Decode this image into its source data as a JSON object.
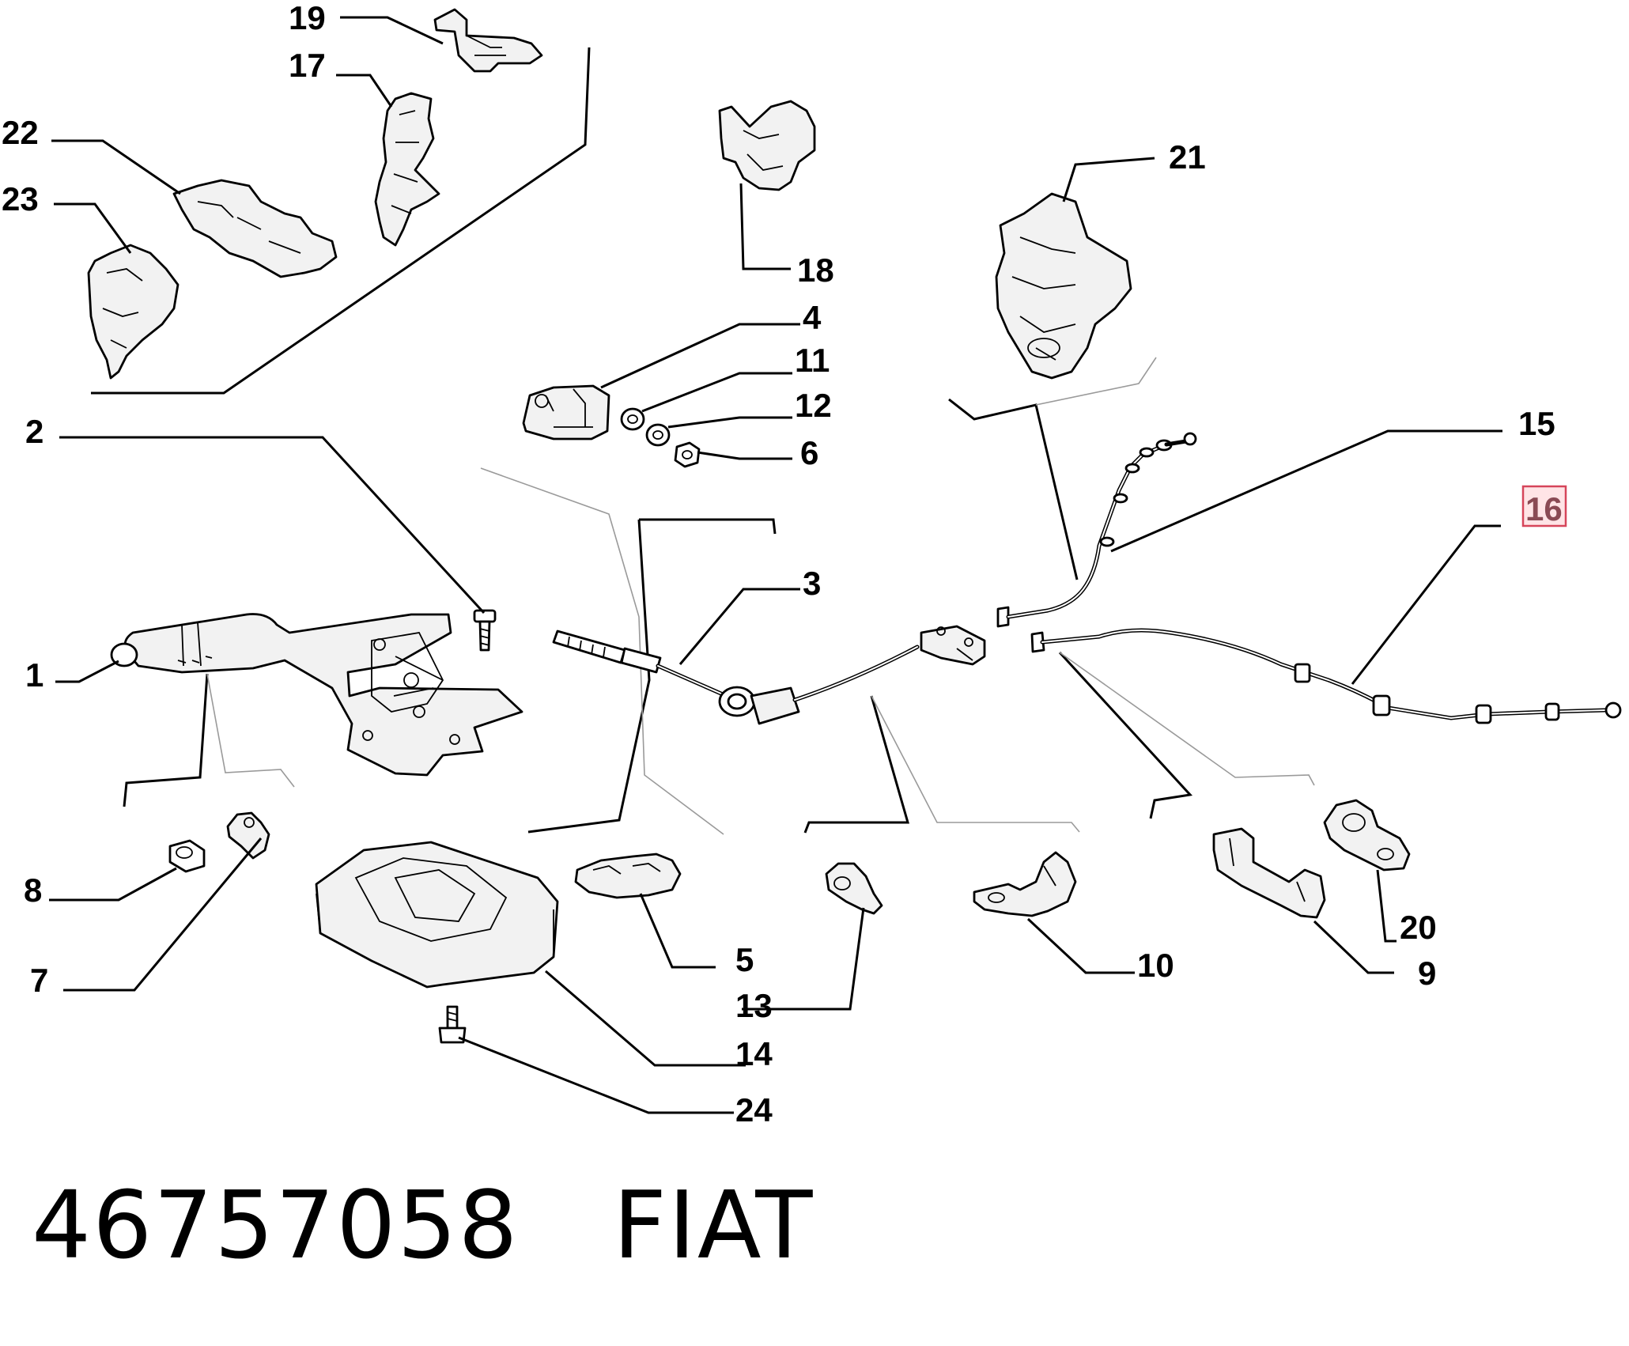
{
  "callouts": {
    "c1": "1",
    "c2": "2",
    "c3": "3",
    "c4": "4",
    "c5": "5",
    "c6": "6",
    "c7": "7",
    "c8": "8",
    "c9": "9",
    "c10": "10",
    "c11": "11",
    "c12": "12",
    "c13": "13",
    "c14": "14",
    "c15": "15",
    "c16": "16",
    "c17": "17",
    "c18": "18",
    "c19": "19",
    "c20": "20",
    "c21": "21",
    "c22": "22",
    "c23": "23",
    "c24": "24"
  },
  "highlighted_callout": "16",
  "footer": {
    "part_number": "46757058",
    "brand": "FIAT"
  }
}
